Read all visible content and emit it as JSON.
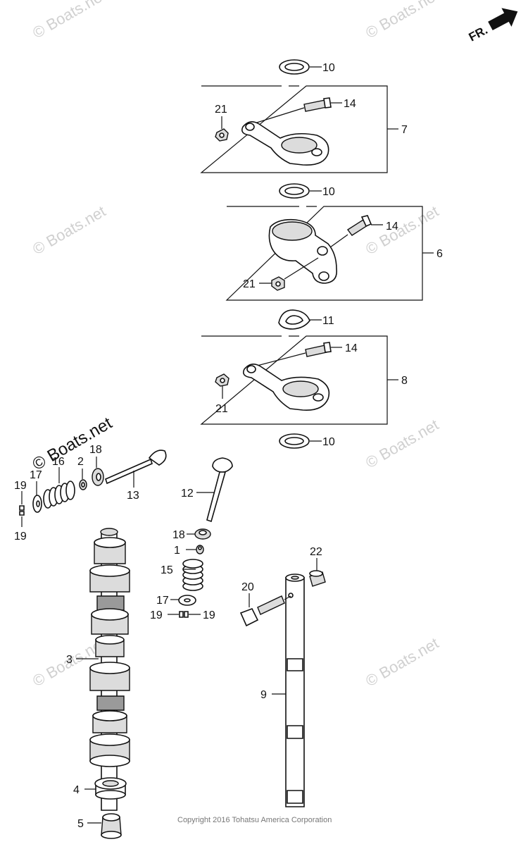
{
  "direction_marker": {
    "label": "FR.",
    "icon": "arrow-right-icon"
  },
  "watermark": {
    "text": "© Boats.net"
  },
  "copyright": "Copyright 2016 Tohatsu America Corporation",
  "callouts": {
    "c10a": "10",
    "c14a": "14",
    "c21a": "21",
    "c7": "7",
    "c10b": "10",
    "c14b": "14",
    "c6": "6",
    "c21b": "21",
    "c11": "11",
    "c14c": "14",
    "c8": "8",
    "c21c": "21",
    "c10c": "10",
    "c17a": "17",
    "c16": "16",
    "c2": "2",
    "c18a": "18",
    "c19a": "19",
    "c19b": "19",
    "c13": "13",
    "c12": "12",
    "c18b": "18",
    "c1": "1",
    "c15": "15",
    "c17b": "17",
    "c19c": "19",
    "c19d": "19",
    "c22": "22",
    "c20": "20",
    "c3": "3",
    "c9": "9",
    "c4": "4",
    "c5": "5"
  }
}
